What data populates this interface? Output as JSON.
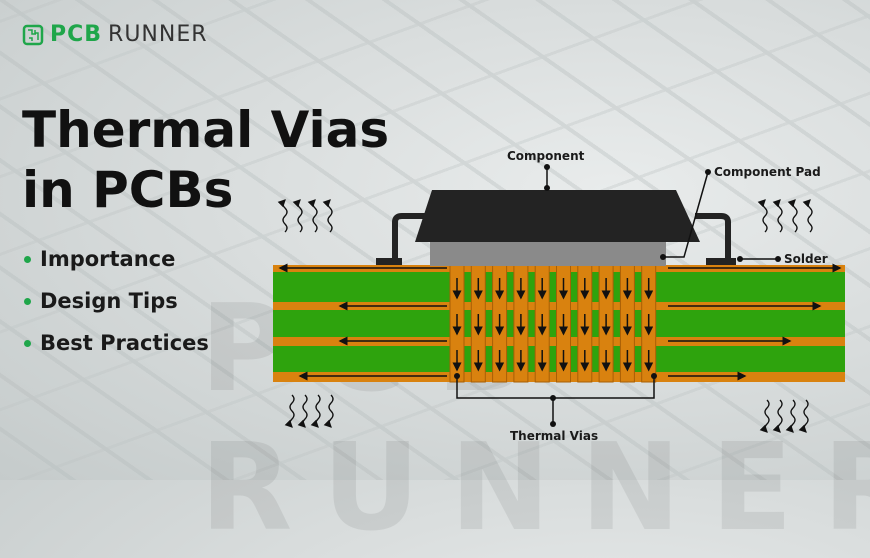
{
  "brand": {
    "name_part1": "PCB",
    "name_part2": "RUNNER",
    "watermark": "PCB RUNNER",
    "color": "#1fa64a"
  },
  "title": {
    "line1": "Thermal Vias",
    "line2": "in PCBs"
  },
  "bullets": [
    {
      "label": "Importance"
    },
    {
      "label": "Design Tips"
    },
    {
      "label": "Best Practices"
    }
  ],
  "diagram": {
    "labels": {
      "component": "Component",
      "component_pad": "Component Pad",
      "solder": "Solder",
      "thermal_vias": "Thermal Vias"
    },
    "colors": {
      "copper": "#d9820f",
      "substrate": "#2ea30d",
      "component": "#232323",
      "pad": "#8a8a8a"
    },
    "heat_arrow_icons": "wavy-arrow-icon"
  }
}
